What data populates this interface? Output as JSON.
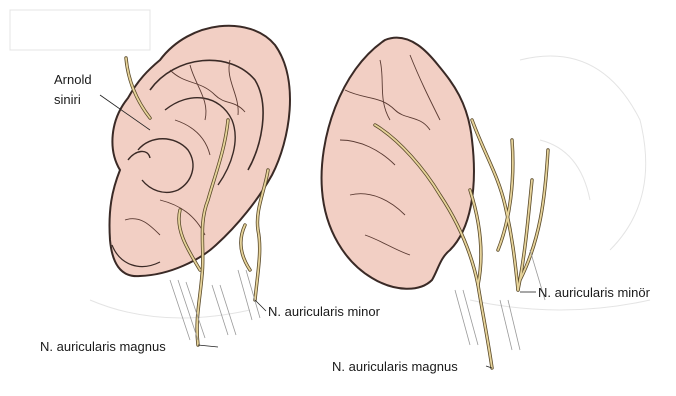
{
  "labels": {
    "arnold_line1": "Arnold",
    "arnold_line2": "siniri",
    "minor_left": "N. auricularis minor",
    "magnus_left": "N. auricularis magnus",
    "minor_right": "N. auricularis minör",
    "magnus_right": "N. auricularis magnus"
  },
  "colors": {
    "skin": "#f2cfc4",
    "outline": "#3a2a26",
    "nerve": "#e6d39a",
    "nerve_outline": "#5a4a2a",
    "hatch": "#9a9a9a"
  }
}
